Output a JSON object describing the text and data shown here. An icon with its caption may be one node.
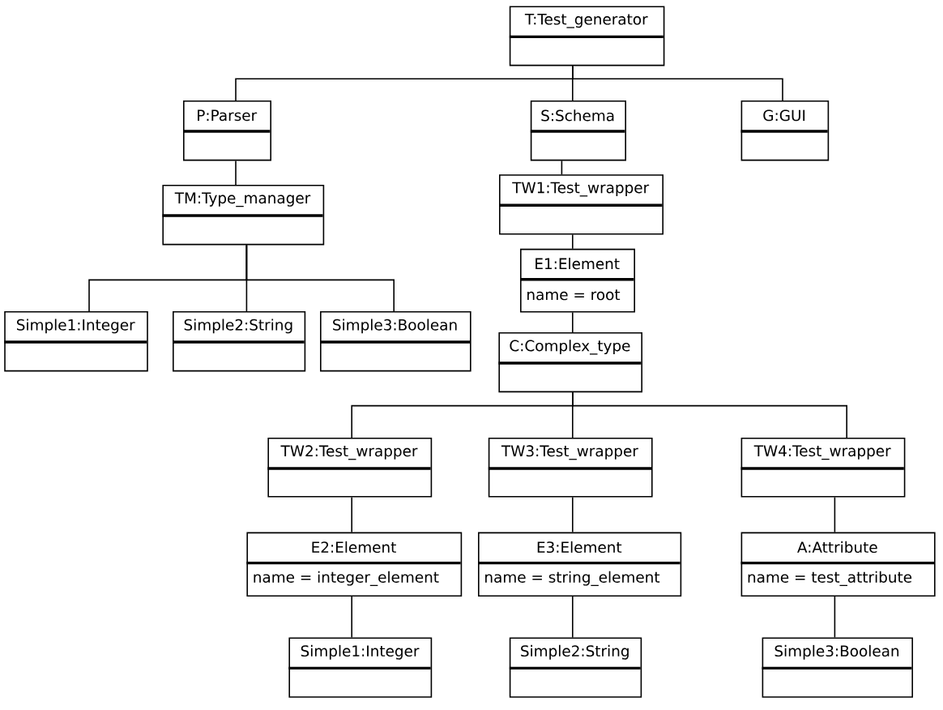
{
  "diagram": {
    "nodes": [
      {
        "text": [
          "T:Test_generator"
        ]
      },
      {
        "text": [
          "P:Parser"
        ]
      },
      {
        "text": [
          "S:Schema"
        ]
      },
      {
        "text": [
          "G:GUI"
        ]
      },
      {
        "text": [
          "TM:Type_manager"
        ]
      },
      {
        "text": [
          "TW1:Test_wrapper"
        ]
      },
      {
        "text": [
          "Simple1:Integer"
        ]
      },
      {
        "text": [
          "Simple2:String"
        ]
      },
      {
        "text": [
          "Simple3:Boolean"
        ]
      },
      {
        "text": [
          "E1:Element",
          "name = root"
        ]
      },
      {
        "text": [
          "C:Complex_type"
        ]
      },
      {
        "text": [
          "TW2:Test_wrapper"
        ]
      },
      {
        "text": [
          "TW3:Test_wrapper"
        ]
      },
      {
        "text": [
          "TW4:Test_wrapper"
        ]
      },
      {
        "text": [
          "E2:Element",
          "name = integer_element"
        ]
      },
      {
        "text": [
          "E3:Element",
          "name = string_element"
        ]
      },
      {
        "text": [
          "A:Attribute",
          "name = test_attribute"
        ]
      },
      {
        "text": [
          "Simple1:Integer"
        ]
      },
      {
        "text": [
          "Simple2:String"
        ]
      },
      {
        "text": [
          "Simple3:Boolean"
        ]
      }
    ],
    "edges": [
      {
        "from": 0,
        "to": 1,
        "arrow": "none"
      },
      {
        "from": 0,
        "to": 2,
        "arrow": "none"
      },
      {
        "from": 0,
        "to": 3,
        "arrow": "none"
      },
      {
        "from": 1,
        "to": 4,
        "arrow": "none"
      },
      {
        "from": 2,
        "to": 5,
        "arrow": "none"
      },
      {
        "from": 4,
        "to": 6,
        "arrow": "none"
      },
      {
        "from": 4,
        "to": 7,
        "arrow": "none"
      },
      {
        "from": 4,
        "to": 8,
        "arrow": "none"
      },
      {
        "from": 5,
        "to": 9,
        "arrow": "none"
      },
      {
        "from": 9,
        "to": 10,
        "arrow": "none"
      },
      {
        "from": 10,
        "to": 11,
        "arrow": "none"
      },
      {
        "from": 10,
        "to": 12,
        "arrow": "none"
      },
      {
        "from": 10,
        "to": 13,
        "arrow": "none"
      },
      {
        "from": 11,
        "to": 14,
        "arrow": "none"
      },
      {
        "from": 12,
        "to": 15,
        "arrow": "none"
      },
      {
        "from": 13,
        "to": 16,
        "arrow": "none"
      },
      {
        "from": 14,
        "to": 17,
        "arrow": "none"
      },
      {
        "from": 15,
        "to": 18,
        "arrow": "none"
      },
      {
        "from": 16,
        "to": 19,
        "arrow": "none"
      }
    ]
  }
}
